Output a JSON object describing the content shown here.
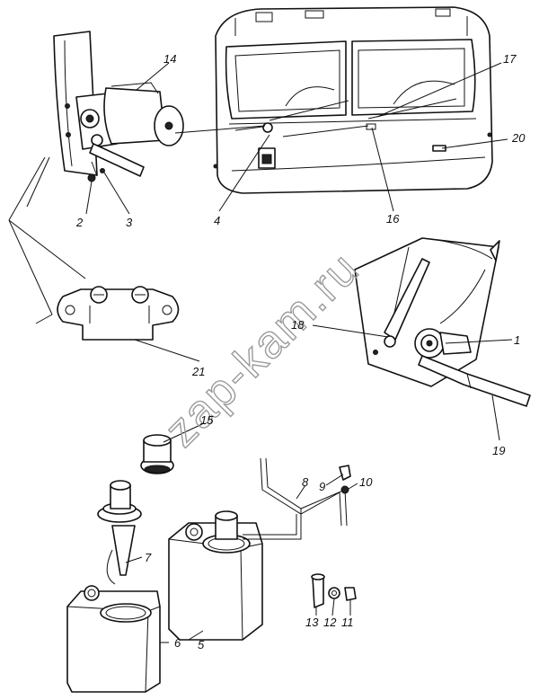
{
  "watermark": "zap-kam.ru",
  "callouts": [
    "1",
    "2",
    "3",
    "4",
    "5",
    "6",
    "7",
    "8",
    "9",
    "10",
    "11",
    "12",
    "13",
    "14",
    "15",
    "16",
    "17",
    "18",
    "19",
    "20",
    "21"
  ]
}
